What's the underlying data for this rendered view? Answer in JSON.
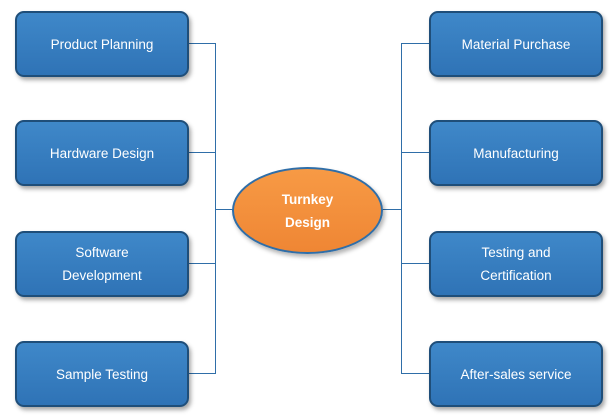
{
  "center": {
    "label": "Turnkey Design"
  },
  "left_items": [
    {
      "label": "Product Planning"
    },
    {
      "label": "Hardware Design"
    },
    {
      "label": "Software Development"
    },
    {
      "label": "Sample Testing"
    }
  ],
  "right_items": [
    {
      "label": "Material Purchase"
    },
    {
      "label": "Manufacturing"
    },
    {
      "label": "Testing and Certification"
    },
    {
      "label": "After-sales service"
    }
  ],
  "colors": {
    "box_fill": "#3f88c9",
    "box_border": "#1f4e79",
    "center_fill": "#f79a45",
    "connector": "#2f6ea8"
  }
}
